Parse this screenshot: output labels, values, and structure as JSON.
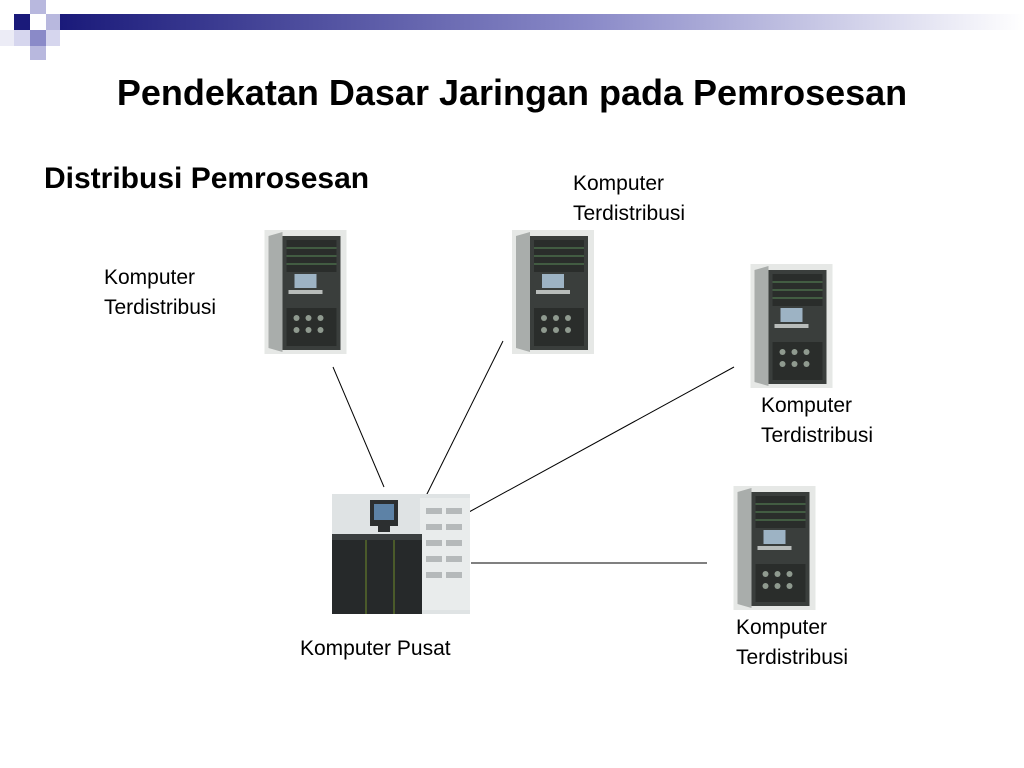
{
  "slide": {
    "title": "Pendekatan Dasar Jaringan pada Pemrosesan",
    "subtitle": "Distribusi Pemrosesan"
  },
  "theme": {
    "accent": "#1a1a7a",
    "accent_light": "#9a9ad0",
    "rack_body": "#6b6e6c",
    "rack_panel": "#2e3230",
    "rack_door": "#c8cbc9"
  },
  "nodes": {
    "central": {
      "label": "Komputer Pusat",
      "icon": "mainframe-icon"
    },
    "distributed": [
      {
        "line1": "Komputer",
        "line2": "Terdistribusi",
        "icon": "server-rack-icon"
      },
      {
        "line1": "Komputer",
        "line2": "Terdistribusi",
        "icon": "server-rack-icon"
      },
      {
        "line1": "Komputer",
        "line2": "Terdistribusi",
        "icon": "server-rack-icon"
      },
      {
        "line1": "Komputer",
        "line2": "Terdistribusi",
        "icon": "server-rack-icon"
      }
    ]
  }
}
